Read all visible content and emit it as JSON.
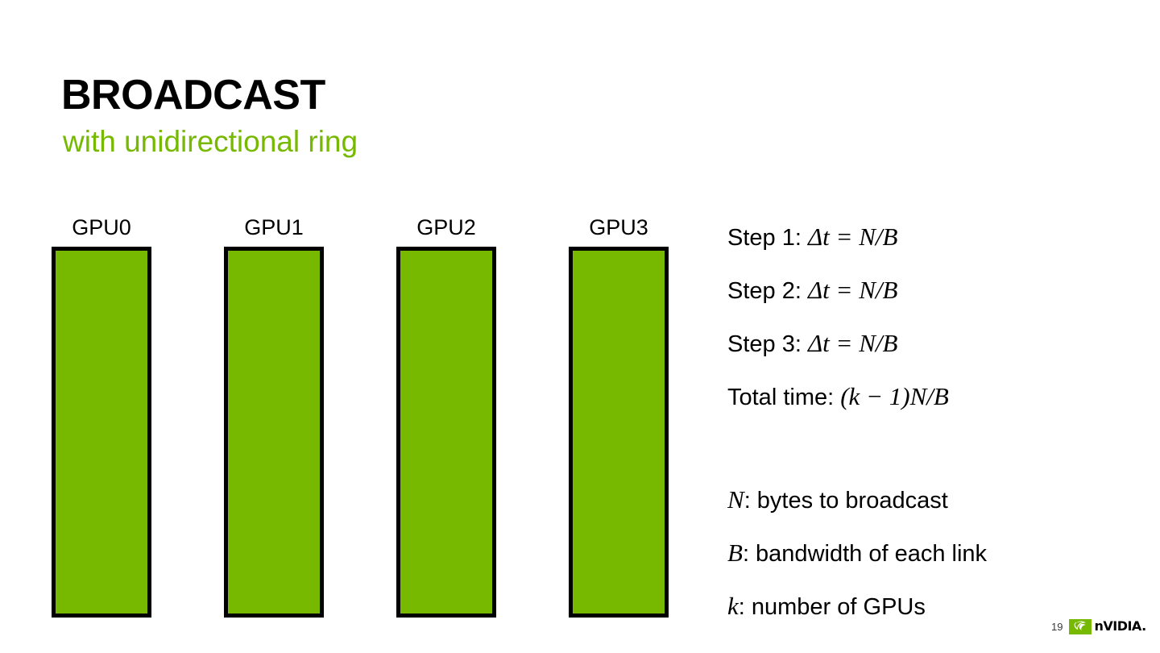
{
  "slide": {
    "title": "BROADCAST",
    "subtitle": "with unidirectional ring",
    "accent_color": "#76b900",
    "background_color": "#ffffff",
    "text_color": "#000000"
  },
  "diagram": {
    "gpus": [
      {
        "label": "GPU0"
      },
      {
        "label": "GPU1"
      },
      {
        "label": "GPU2"
      },
      {
        "label": "GPU3"
      }
    ],
    "bar_fill_color": "#76b900",
    "bar_border_color": "#000000"
  },
  "steps": [
    {
      "label": "Step 1: ",
      "delta": "Δt",
      "eq": "=",
      "expr": "N/B"
    },
    {
      "label": "Step 2: ",
      "delta": "Δt",
      "eq": "=",
      "expr": "N/B"
    },
    {
      "label": "Step 3: ",
      "delta": "Δt",
      "eq": "=",
      "expr": "N/B"
    }
  ],
  "total": {
    "label": "Total time: ",
    "open": "(",
    "k": "k",
    "minus": " − ",
    "one": "1",
    "close": ")",
    "expr": "N/B"
  },
  "definitions": [
    {
      "symbol": "N",
      "text": ": bytes to broadcast"
    },
    {
      "symbol": "B",
      "text": ": bandwidth of each link"
    },
    {
      "symbol": "k",
      "text": ": number of GPUs"
    }
  ],
  "footer": {
    "page_number": "19",
    "logo_wordmark": "nVIDIA.",
    "logo_icon": "nvidia-eye-icon"
  }
}
